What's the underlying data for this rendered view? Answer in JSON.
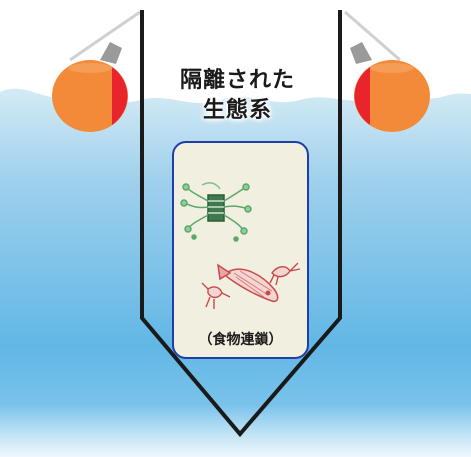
{
  "title_line1": "隔離された",
  "title_line2": "生態系",
  "panel_caption": "（食物連鎖）",
  "colors": {
    "water_top": "#cfe8f3",
    "water_bottom": "#5cb4e4",
    "sky": "#ffffff",
    "buoy_orange": "#f28a3a",
    "buoy_red": "#e8242c",
    "outline": "#1a1a1a",
    "panel_border": "#1f3ea8",
    "panel_fill": "#f1efe0",
    "plankton_green": "#5aa86a",
    "fish_red": "#c94a4a"
  },
  "icons": [
    "buoy-icon",
    "phytoplankton-icon",
    "zooplankton-icon",
    "fish-icon"
  ]
}
